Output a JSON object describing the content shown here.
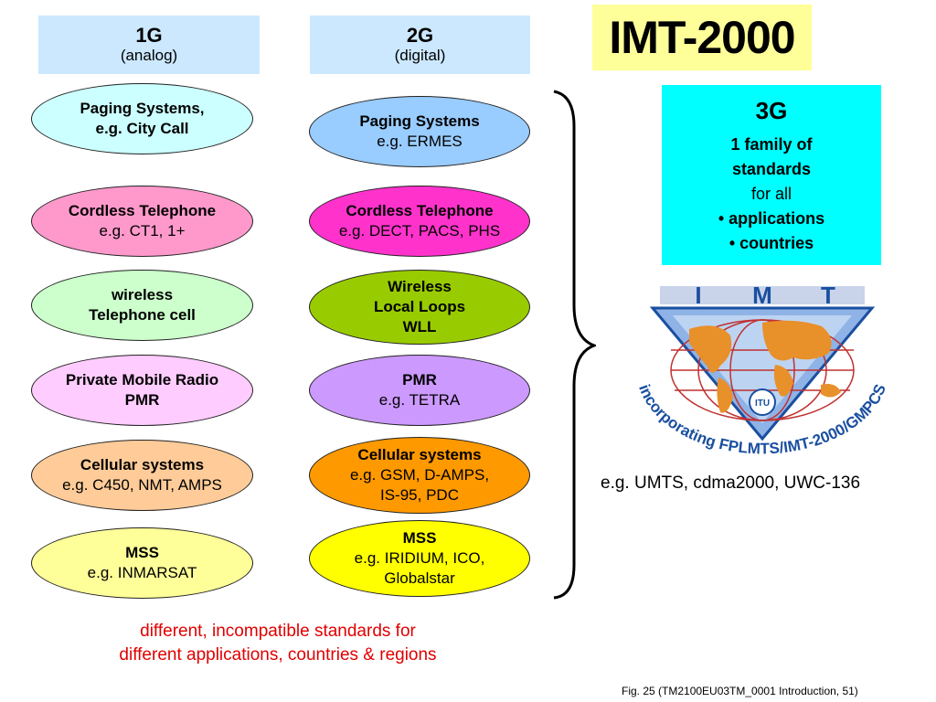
{
  "col_1g": {
    "header": {
      "title": "1G",
      "subtitle": "(analog)"
    },
    "items": [
      {
        "line1": "Paging Systems,",
        "line2": "e.g. City Call",
        "bold2": true,
        "color": "#ccffff"
      },
      {
        "line1": "Cordless Telephone",
        "line2": "e.g. CT1, 1+",
        "bold2": false,
        "color": "#ff99cc"
      },
      {
        "line1": "wireless",
        "line2": "Telephone cell",
        "bold2": true,
        "color": "#ccffcc"
      },
      {
        "line1": "Private Mobile Radio",
        "line2": "PMR",
        "bold2": true,
        "color": "#ffccff"
      },
      {
        "line1": "Cellular systems",
        "line2": "e.g. C450, NMT, AMPS",
        "bold2": false,
        "color": "#ffcc99"
      },
      {
        "line1": "MSS",
        "line2": "e.g. INMARSAT",
        "bold2": false,
        "color": "#ffff99"
      }
    ]
  },
  "col_2g": {
    "header": {
      "title": "2G",
      "subtitle": "(digital)"
    },
    "items": [
      {
        "line1": "Paging Systems",
        "line2": "e.g. ERMES",
        "line3": "",
        "color": "#99ccff"
      },
      {
        "line1": "Cordless Telephone",
        "line2": "e.g. DECT, PACS, PHS",
        "line3": "",
        "color": "#ff33cc"
      },
      {
        "line1": "Wireless",
        "line2": "Local Loops",
        "line3": "WLL",
        "all_bold": true,
        "color": "#99cc00"
      },
      {
        "line1": "PMR",
        "line2": "e.g. TETRA",
        "line3": "",
        "color": "#cc99ff"
      },
      {
        "line1": "Cellular systems",
        "line2": "e.g. GSM, D-AMPS,",
        "line3": "IS-95, PDC",
        "color": "#ff9900"
      },
      {
        "line1": "MSS",
        "line2": "e.g. IRIDIUM, ICO,",
        "line3": "Globalstar",
        "color": "#ffff00"
      }
    ]
  },
  "imt_title": "IMT-2000",
  "box_3g": {
    "title": "3G",
    "line1": "1 family of",
    "line2": "standards",
    "line3": "for all",
    "bullet1": "• applications",
    "bullet2": "• countries"
  },
  "logo": {
    "letters": [
      "I",
      "M",
      "T"
    ],
    "itu_text": "ITU",
    "ring_text": "incorporating FPLMTS/IMT-2000/GMPCS"
  },
  "examples_3g": "e.g. UMTS, cdma2000, UWC-136",
  "caption": {
    "line1": "different, incompatible standards for",
    "line2": "different applications, countries & regions"
  },
  "footnote": "Fig. 25 (TM2100EU03TM_0001 Introduction, 51)",
  "colors": {
    "header_bg": "#cce8ff",
    "title_bg": "#ffff99",
    "box3g_bg": "#00ffff",
    "caption_red": "#e00000",
    "logo_blue": "#1a4fa0",
    "logo_orange": "#e8902a"
  }
}
